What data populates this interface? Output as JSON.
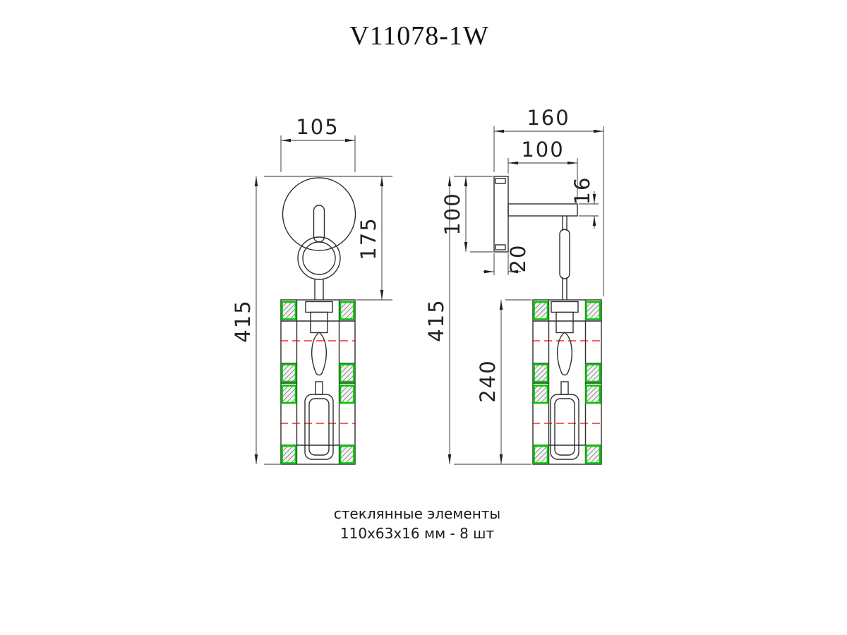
{
  "title": "V11078-1W",
  "front_view": {
    "width": "105",
    "upper_height": "175",
    "total_height": "415"
  },
  "side_view": {
    "depth": "160",
    "arm_length": "100",
    "plate_height": "100",
    "arm_thickness": "16",
    "plate_thickness": "20",
    "total_height": "415",
    "body_height": "240"
  },
  "note": {
    "line1": "стеклянные элементы",
    "line2": "110х63х16 мм - 8 шт"
  },
  "colors": {
    "line": "#2e2e2e",
    "highlight_green": "#00c800",
    "centerline_red": "#f20000",
    "background": "#ffffff"
  }
}
